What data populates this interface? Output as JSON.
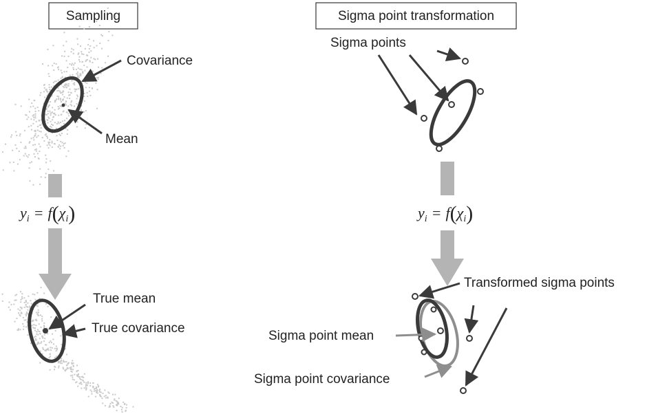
{
  "left_panel": {
    "title": "Sampling",
    "covariance_label": "Covariance",
    "mean_label": "Mean",
    "true_mean_label": "True mean",
    "true_covariance_label": "True covariance"
  },
  "right_panel": {
    "title": "Sigma point transformation",
    "sigma_points_label": "Sigma points",
    "transformed_label": "Transformed sigma points",
    "sp_mean_label": "Sigma point mean",
    "sp_covariance_label": "Sigma point covariance"
  },
  "equation": {
    "y": "y",
    "i": "i",
    "equals": "=",
    "f": "f",
    "open": "(",
    "chi": "χ",
    "close": ")"
  },
  "colors": {
    "ellipse": "#3a3a3a",
    "ellipse_gray": "#8e8e8e",
    "arrow_flow": "#b4b4b4",
    "scatter": "#c9c9c9",
    "text": "#222222"
  }
}
